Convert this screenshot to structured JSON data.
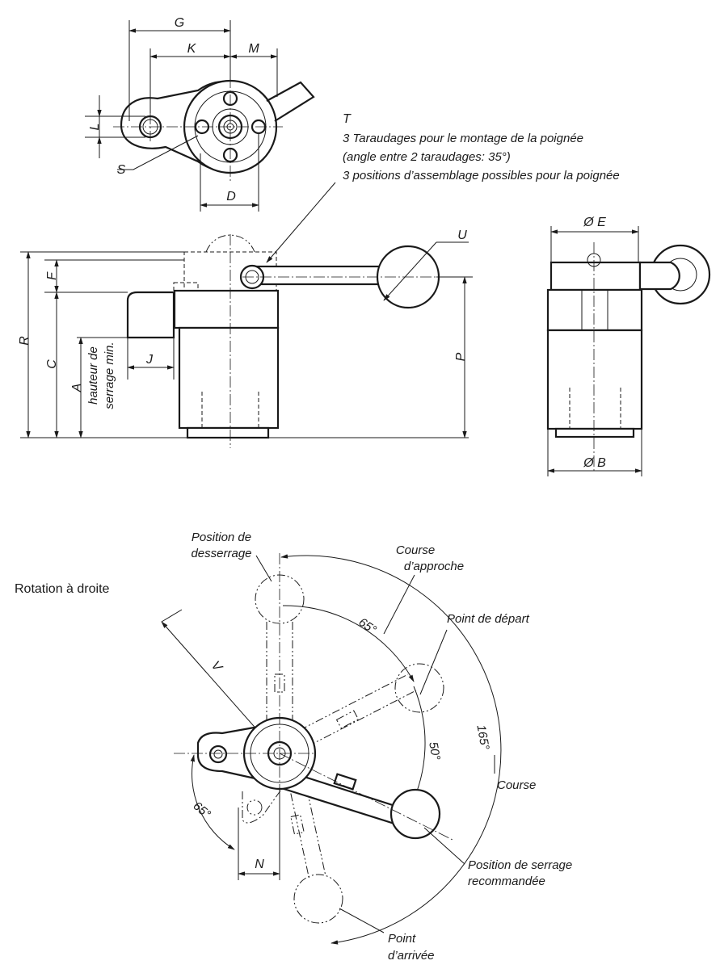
{
  "labels": {
    "G": "G",
    "K": "K",
    "M": "M",
    "L": "L",
    "S": "S",
    "D": "D",
    "T": "T",
    "U": "U",
    "R": "R",
    "C": "C",
    "A": "A",
    "F": "F",
    "J": "J",
    "P": "P",
    "E": "Ø E",
    "B": "Ø B",
    "V": "V",
    "N": "N"
  },
  "notes": {
    "T_line1": "3 Taraudages pour le montage de la poignée",
    "T_line2": "(angle entre 2 taraudages: 35°)",
    "T_line3": "3 positions d’assemblage possibles pour la poignée",
    "clamp_height_1": "hauteur de",
    "clamp_height_2": "serrage min."
  },
  "rotation": {
    "title": "Rotation à droite",
    "release_1": "Position de",
    "release_2": "desserrage",
    "approach_1": "Course",
    "approach_2": "d’approche",
    "start": "Point de départ",
    "angle_65_top": "65°",
    "angle_50": "50°",
    "angle_165": "165°",
    "angle_65_left": "65°",
    "stroke": "Course",
    "recommended_1": "Position de serrage",
    "recommended_2": "recommandée",
    "arrival_1": "Point",
    "arrival_2": "d’arrivée"
  }
}
